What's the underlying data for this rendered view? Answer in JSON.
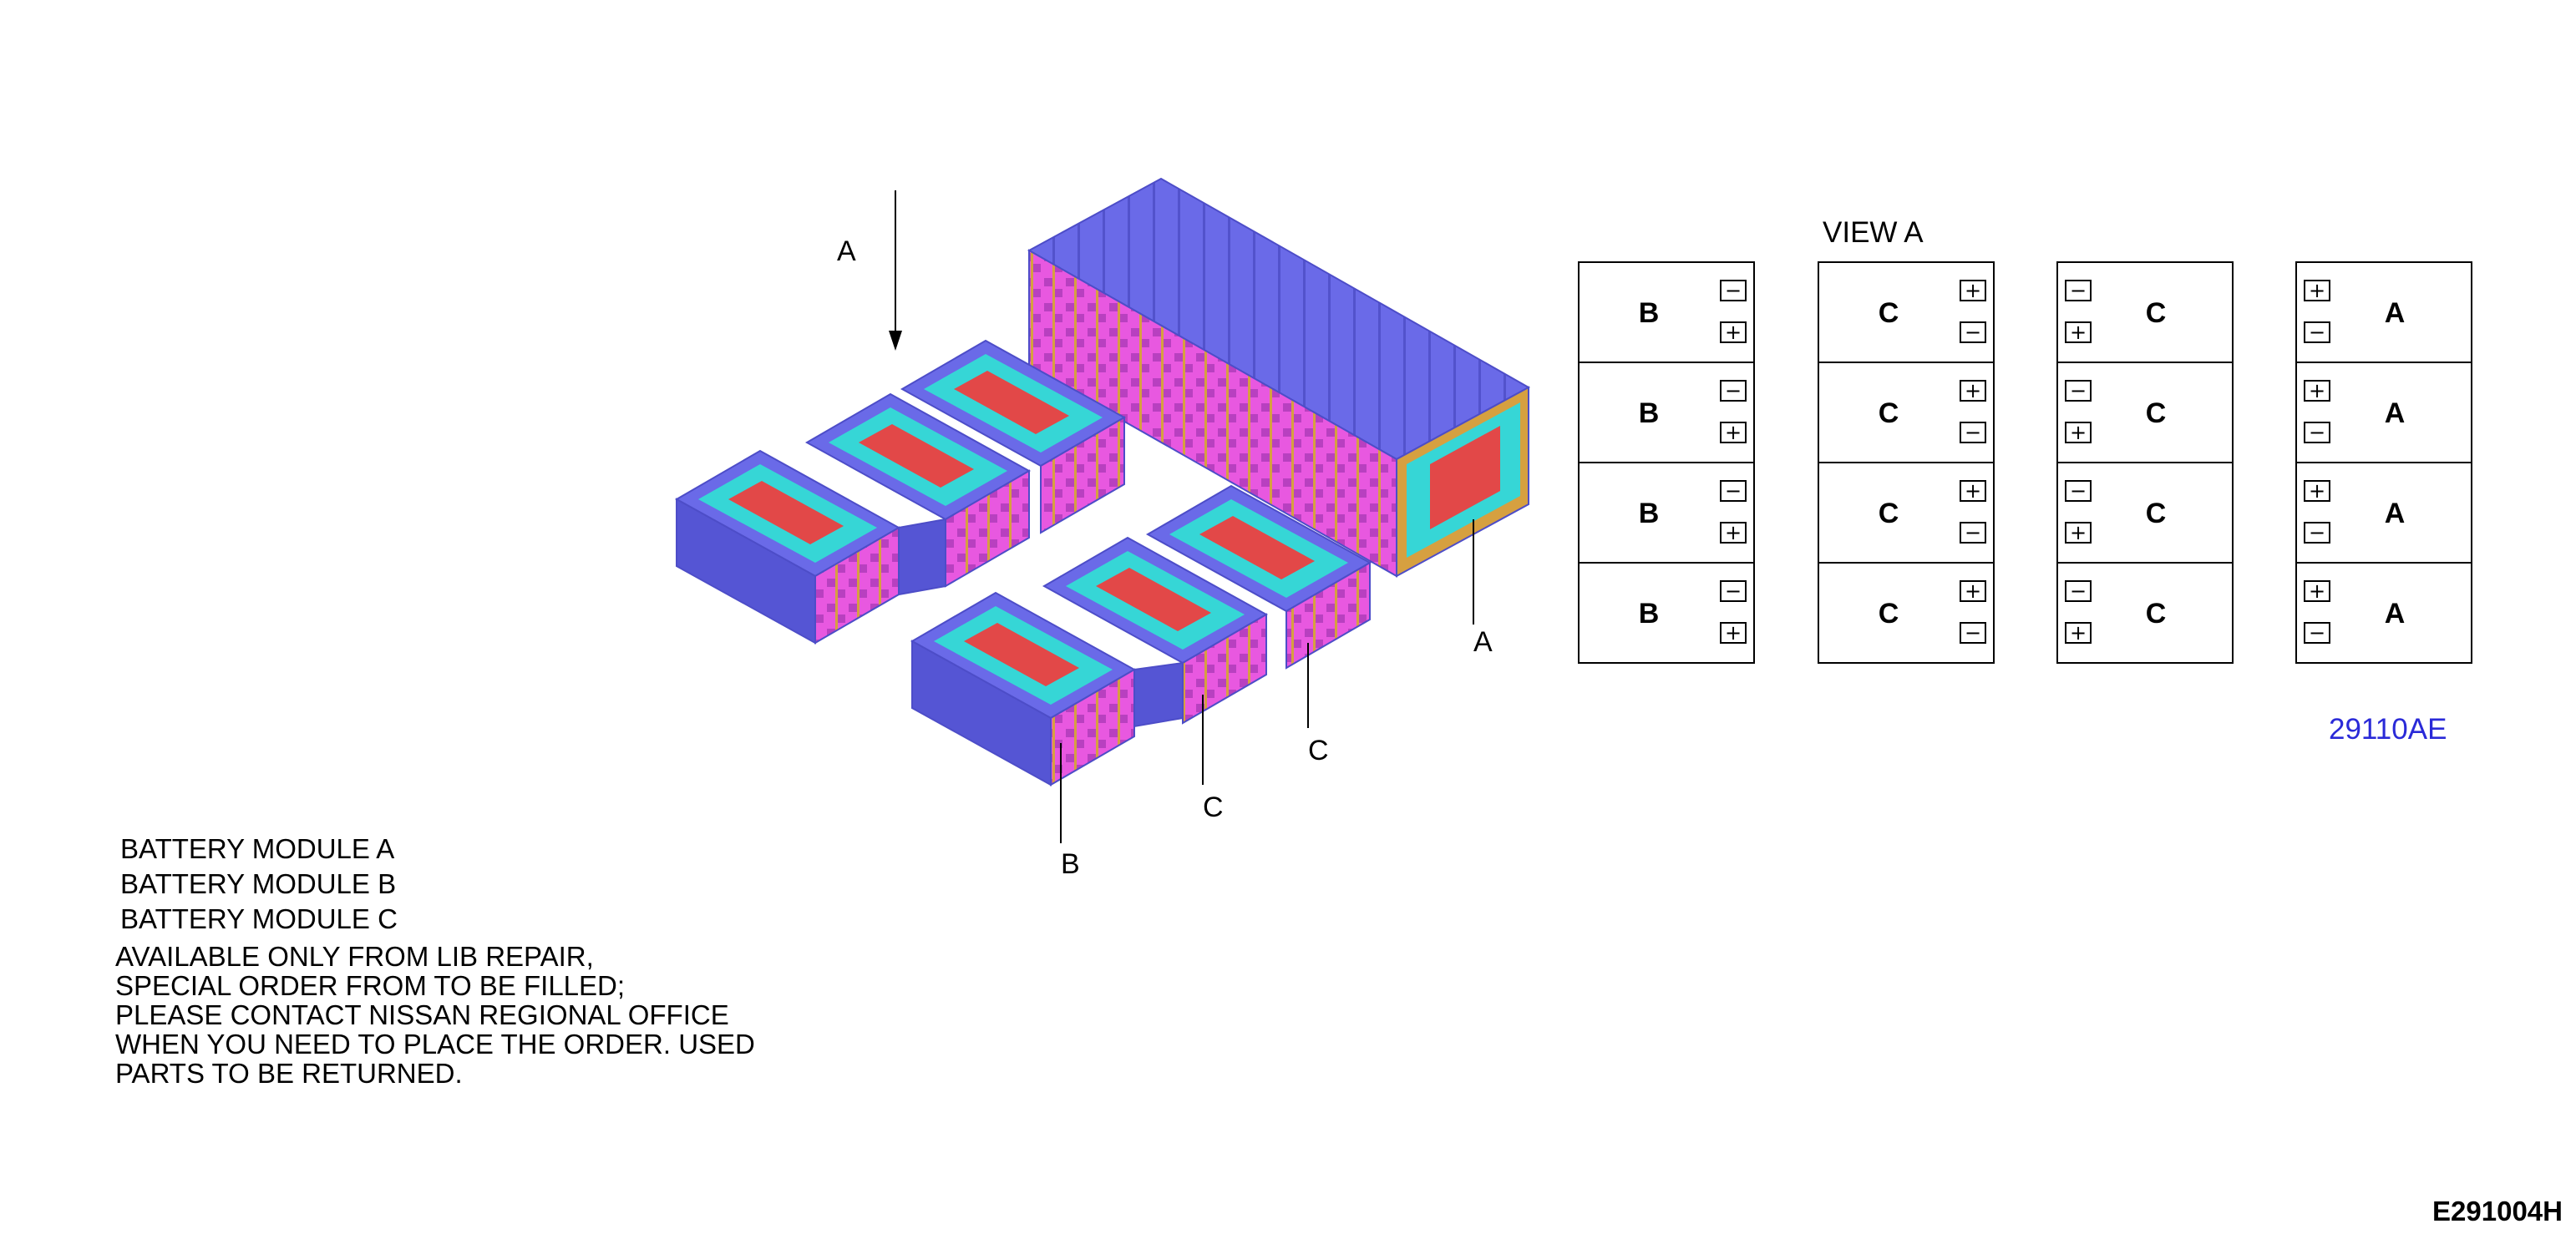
{
  "callouts": {
    "view_arrow": "A",
    "module_a": "A",
    "module_b": "B",
    "module_c_1": "C",
    "module_c_2": "C"
  },
  "view_a": {
    "title": "VIEW A",
    "columns": [
      {
        "rows": [
          {
            "label": "B",
            "top": "−",
            "bottom": "+"
          },
          {
            "label": "B",
            "top": "−",
            "bottom": "+"
          },
          {
            "label": "B",
            "top": "−",
            "bottom": "+"
          },
          {
            "label": "B",
            "top": "−",
            "bottom": "+"
          }
        ]
      },
      {
        "rows": [
          {
            "label": "C",
            "top": "+",
            "bottom": "−"
          },
          {
            "label": "C",
            "top": "+",
            "bottom": "−"
          },
          {
            "label": "C",
            "top": "+",
            "bottom": "−"
          },
          {
            "label": "C",
            "top": "+",
            "bottom": "−"
          }
        ]
      },
      {
        "rows": [
          {
            "label": "C",
            "top": "−",
            "bottom": "+"
          },
          {
            "label": "C",
            "top": "−",
            "bottom": "+"
          },
          {
            "label": "C",
            "top": "−",
            "bottom": "+"
          },
          {
            "label": "C",
            "top": "−",
            "bottom": "+"
          }
        ]
      },
      {
        "rows": [
          {
            "label": "A",
            "top": "+",
            "bottom": "−"
          },
          {
            "label": "A",
            "top": "+",
            "bottom": "−"
          },
          {
            "label": "A",
            "top": "+",
            "bottom": "−"
          },
          {
            "label": "A",
            "top": "+",
            "bottom": "−"
          }
        ]
      }
    ]
  },
  "part_number": "29110AE",
  "modules": [
    "BATTERY MODULE A",
    "BATTERY MODULE B",
    "BATTERY MODULE C"
  ],
  "note_lines": [
    "AVAILABLE ONLY FROM LIB REPAIR,",
    "SPECIAL ORDER FROM TO BE FILLED;",
    "PLEASE CONTACT NISSAN REGIONAL OFFICE",
    "WHEN YOU NEED TO PLACE THE ORDER. USED",
    "PARTS TO BE RETURNED."
  ],
  "figure_id": "E291004H",
  "colors": {
    "body": "#6a6ae8",
    "body_dark": "#4d4dc8",
    "plate": "#36d6d6",
    "core": "#e24848",
    "tab": "#d6a040",
    "cell_side": "#e858e0",
    "part_number": "#2a2ad8"
  }
}
